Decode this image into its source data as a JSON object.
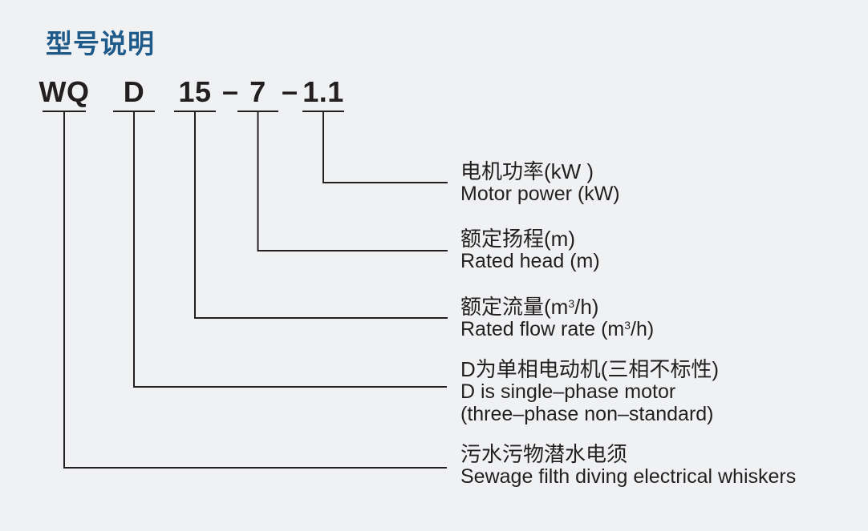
{
  "title": "型号说明",
  "model_code": {
    "segments": [
      {
        "id": "series",
        "text": "WQ"
      },
      {
        "id": "motor-type",
        "text": "D"
      },
      {
        "id": "flow",
        "text": "15"
      },
      {
        "id": "head",
        "text": "7"
      },
      {
        "id": "power",
        "text": "1.1"
      }
    ],
    "separator": "–"
  },
  "labels": [
    {
      "zh": "电机功率(kW )",
      "en": "Motor power (kW)"
    },
    {
      "zh": "额定扬程(m)",
      "en": "Rated head (m)"
    },
    {
      "zh_prefix": "额定流量(m",
      "sup": "3",
      "zh_suffix": "/h)",
      "en_prefix": "Rated flow rate (m",
      "en_suffix": "/h)"
    },
    {
      "zh": "D为单相电动机(三相不标性)",
      "en_line1": "D is single–phase motor",
      "en_line2": "(three–phase non–standard)"
    },
    {
      "zh": "污水污物潜水电须",
      "en": "Sewage filth diving electrical whiskers"
    }
  ],
  "colors": {
    "background": "#f0f1f3",
    "title": "#1e5a8a",
    "ink": "#231f20"
  }
}
